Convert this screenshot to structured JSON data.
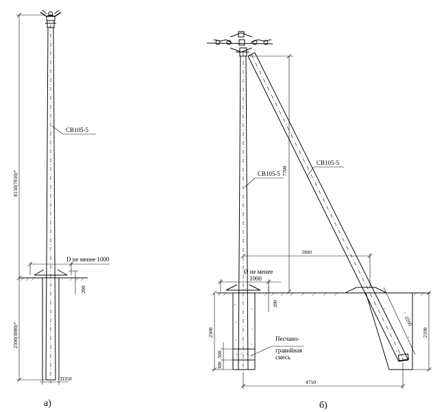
{
  "figure_a": {
    "caption": "а)",
    "pole_label": "СВ105-5",
    "dim_height": "8150(7850)*",
    "dim_depth": "2500(3000)*",
    "dim_200": "200",
    "dim_diameter": "D350",
    "pit_label": "D не менее 1000"
  },
  "figure_b": {
    "caption": "б)",
    "pole_label": "СВ105-5",
    "strut_label": "СВ105-5",
    "dim_7700": "7700",
    "dim_3900": "3900",
    "dim_2200": "2200",
    "dim_2100": "2100",
    "dim_2500": "2500",
    "dim_200": "200",
    "dim_500": "500",
    "dim_300": "300",
    "dim_4750": "4750",
    "pit_label_line1": "Ø не менее",
    "pit_label_line2": "1000",
    "fill_label_line1": "Песчано-",
    "fill_label_line2": "гравийная",
    "fill_label_line3": "смесь"
  }
}
